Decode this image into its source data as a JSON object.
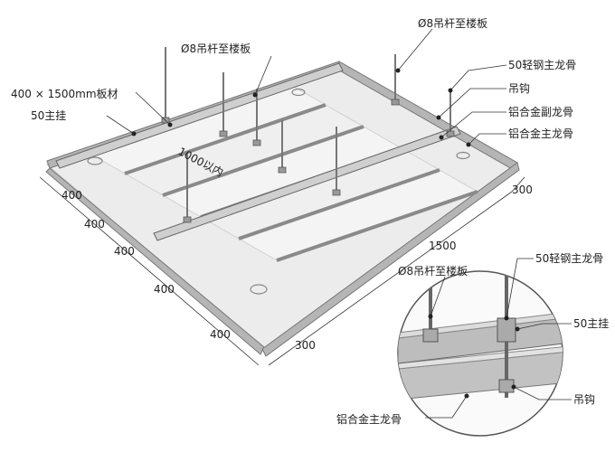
{
  "labels": {
    "rod_main_left": "Ø8吊杆至楼板",
    "rod_main_right": "Ø8吊杆至楼板",
    "rod_detail": "Ø8吊杆至楼板",
    "panel_size": "400 × 1500mm板材",
    "hanger_50_main": "50主挂",
    "hanger_50_detail": "50主挂",
    "steel_main_keel": "50轻钢主龙骨",
    "steel_main_keel_detail": "50轻钢主龙骨",
    "hook": "吊钩",
    "hook_detail": "吊钩",
    "al_sub_keel": "铝合金副龙骨",
    "al_main_keel": "铝合金主龙骨",
    "al_main_keel_detail": "铝合金主龙骨",
    "within_1000": "1000以内"
  },
  "dimensions": {
    "left_1": "400",
    "left_2": "400",
    "left_3": "400",
    "left_4": "400",
    "left_5": "400",
    "bottom": "300",
    "right_mid": "1500",
    "right_top": "300"
  }
}
